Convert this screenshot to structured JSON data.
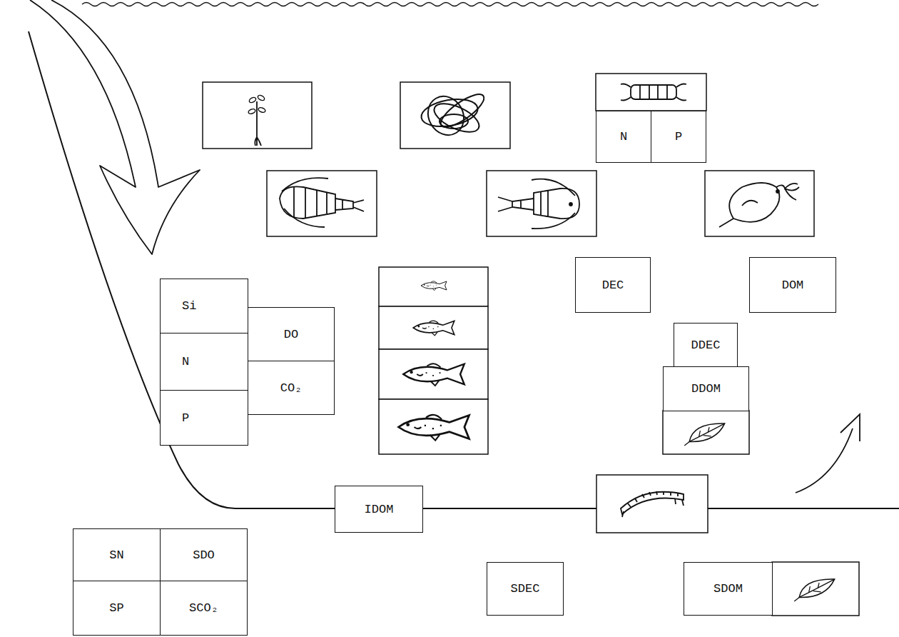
{
  "diagram": {
    "nodes": [
      {
        "text": [
          "N"
        ]
      },
      {
        "text": [
          "P"
        ]
      },
      {
        "text": [
          "DEC"
        ]
      },
      {
        "text": [
          "DOM"
        ]
      },
      {
        "text": [
          "Si"
        ]
      },
      {
        "text": [
          "DO"
        ]
      },
      {
        "text": [
          "N"
        ]
      },
      {
        "text": [
          "CO₂"
        ]
      },
      {
        "text": [
          "P"
        ]
      },
      {
        "text": [
          "DDEC"
        ]
      },
      {
        "text": [
          "DDOM"
        ]
      },
      {
        "text": [
          "IDOM"
        ]
      },
      {
        "text": [
          "SN"
        ]
      },
      {
        "text": [
          "SDO"
        ]
      },
      {
        "text": [
          "SP"
        ]
      },
      {
        "text": [
          "SCO₂"
        ]
      },
      {
        "text": [
          "SDEC"
        ]
      },
      {
        "text": [
          "SDOM"
        ]
      }
    ]
  }
}
